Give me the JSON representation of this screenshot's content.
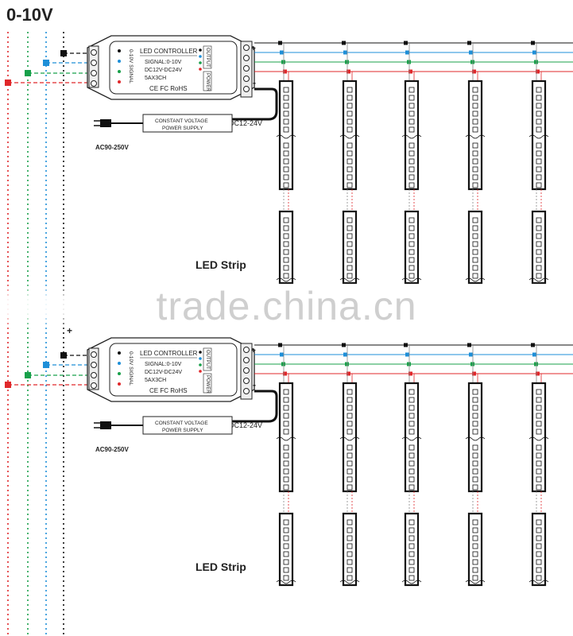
{
  "title": "0-10V",
  "watermark": "trade.china.cn",
  "controller": {
    "name": "LED CONTROLLER",
    "signal_vert": "0-10V SIGNAL",
    "specs": [
      "SIGNAL:0-10V",
      "DC12V-DC24V",
      "5AX3CH"
    ],
    "certs": "CE FC RoHS",
    "output_vert": "OUTPUT",
    "power_vert": "POWER"
  },
  "power_supply": {
    "line1": "CONSTANT VOLTAGE",
    "line2": "POWER SUPPLY"
  },
  "dc_label": "DC12-24V",
  "ac_label": "AC90-250V",
  "strip_label": "LED Strip",
  "plus_sign": "+",
  "minus_sign": "-",
  "colors": {
    "black": "#111111",
    "blue": "#1e8fd8",
    "green": "#18a04a",
    "red": "#e0282b"
  }
}
